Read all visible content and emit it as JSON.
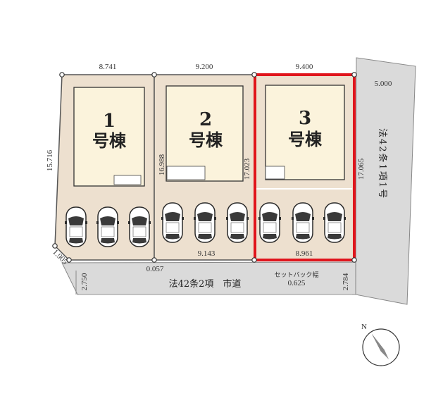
{
  "lots": [
    {
      "number": "1",
      "label": "号棟"
    },
    {
      "number": "2",
      "label": "号棟"
    },
    {
      "number": "3",
      "label": "号棟"
    }
  ],
  "dimensions": {
    "top_lot1": "8.741",
    "top_lot2": "9.200",
    "top_lot3": "9.400",
    "top_right": "5.000",
    "left_side": "15.716",
    "corner_cut": "1.905",
    "lot2_left": "16.988",
    "lot2_right": "17.023",
    "lot3_right": "17.065",
    "front_lot2": "9.143",
    "front_lot3": "8.961",
    "setback_left_gap": "0.057",
    "road_width_left": "2.750",
    "road_width_right": "2.784",
    "setback_width": "0.625"
  },
  "roads": {
    "south_road": "法42条2項　市道",
    "east_road": "法42条1項1号",
    "setback_label": "セットバック幅"
  },
  "colors": {
    "lot_fill": "#ede0cf",
    "house_fill": "#fbf3dc",
    "road_fill": "#dadada",
    "highlight": "#e0151c",
    "outline": "#555555"
  },
  "icons": {
    "compass": "north-arrow-icon",
    "car": "car-icon"
  }
}
